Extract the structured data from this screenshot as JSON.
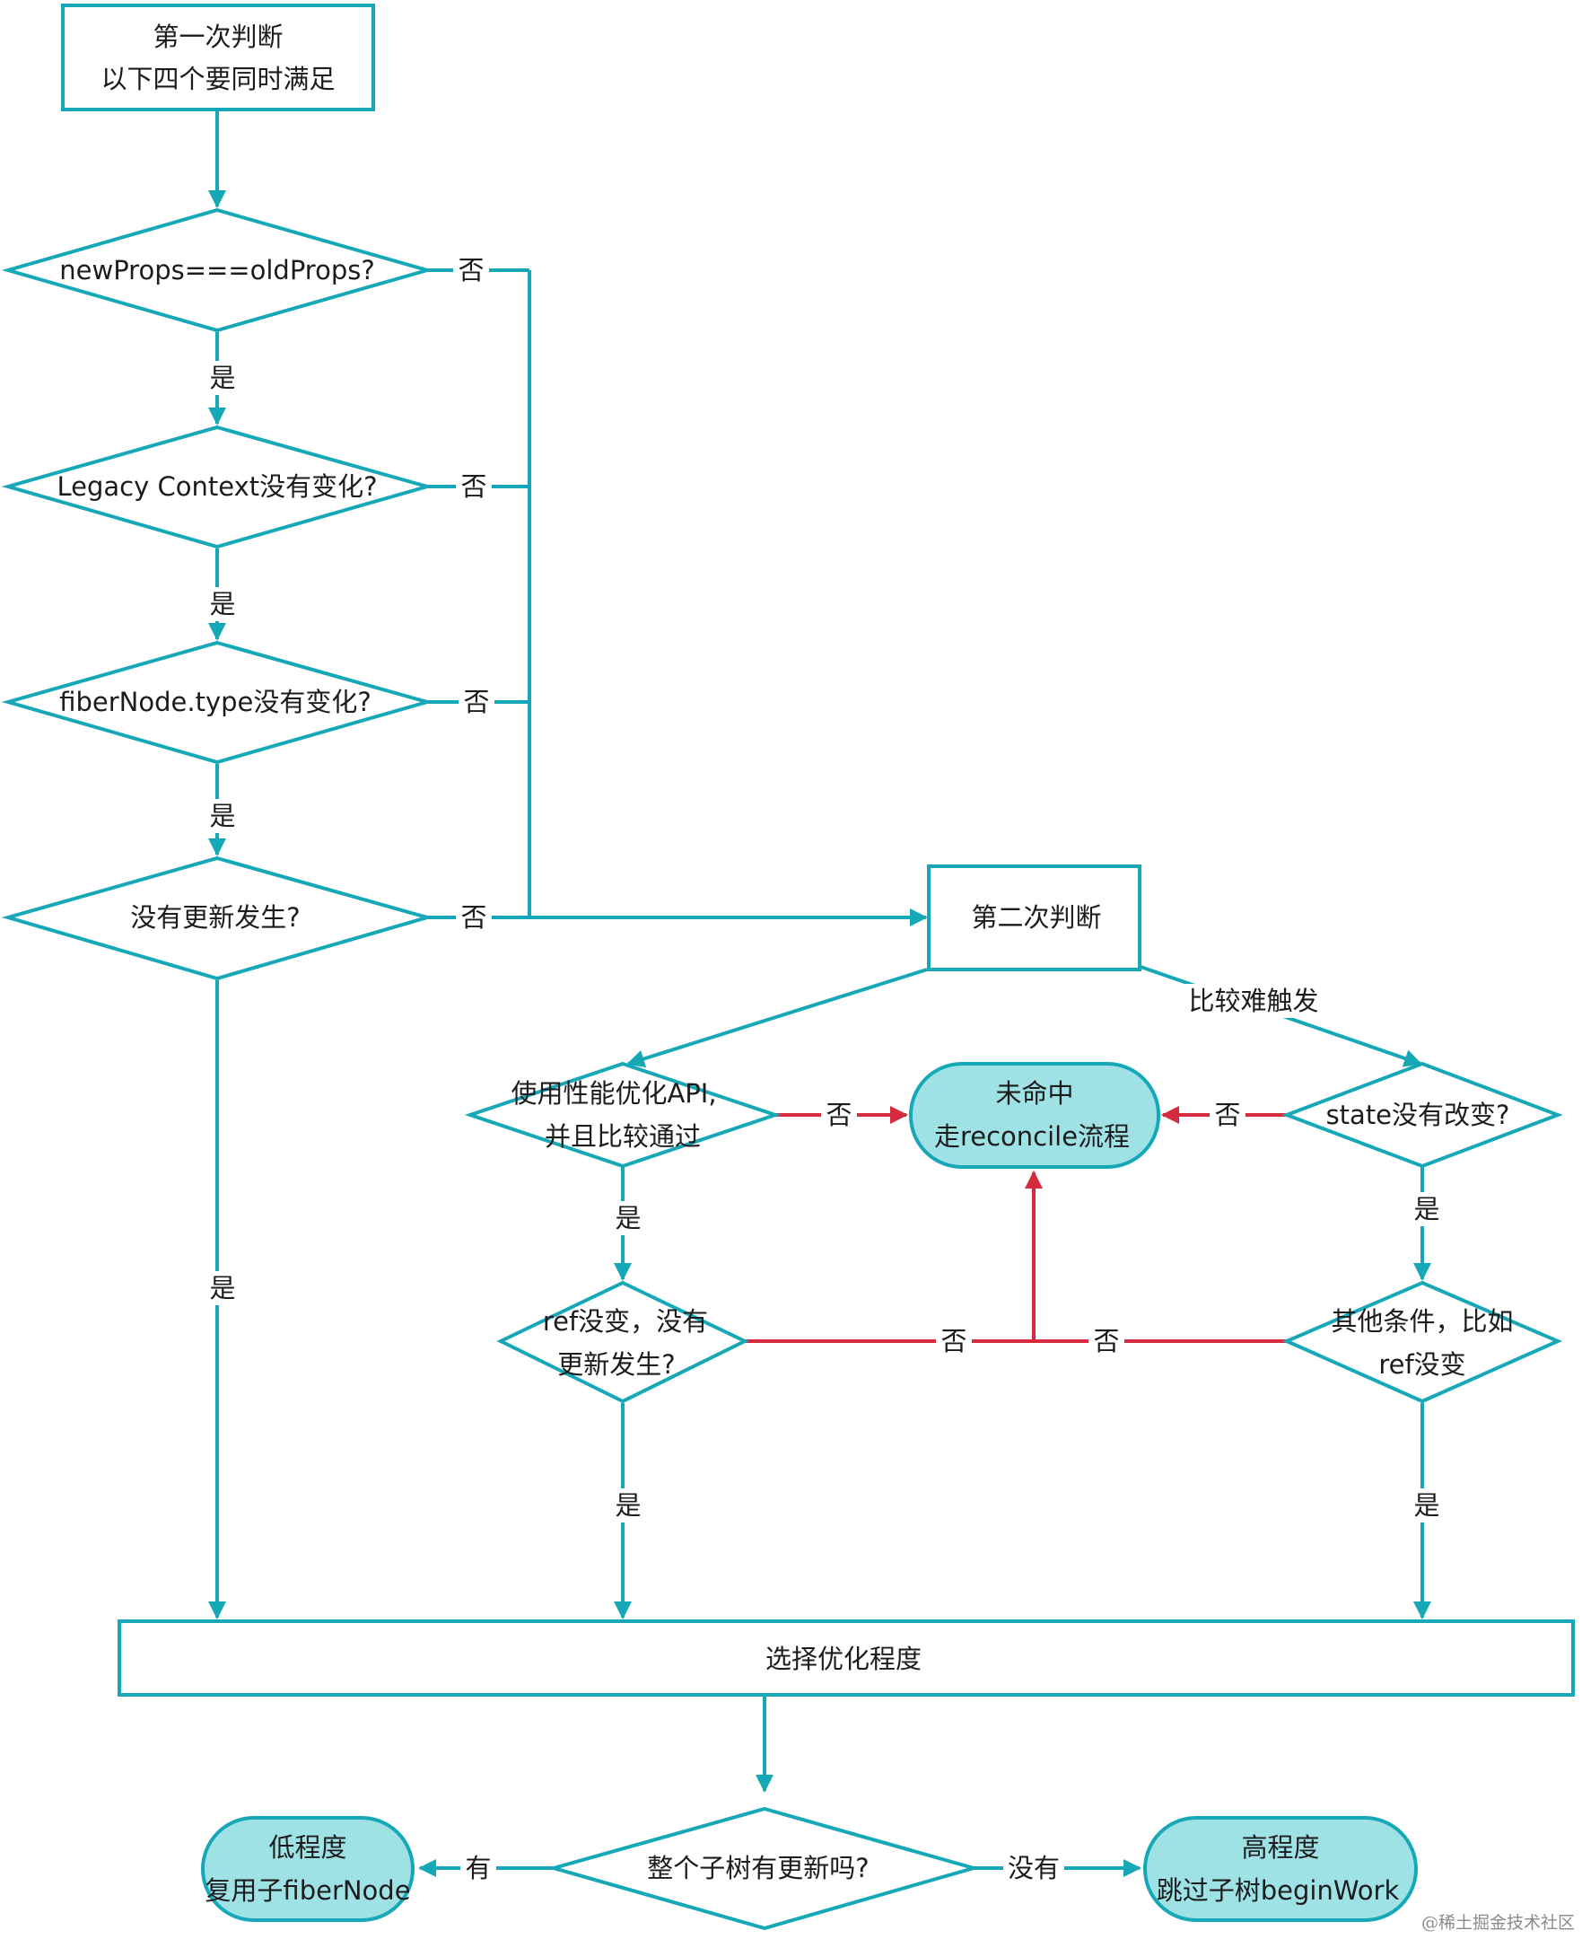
{
  "nodes": {
    "first_judgement": {
      "line1": "第一次判断",
      "line2": "以下四个要同时满足"
    },
    "d_props": {
      "text": "newProps===oldProps?"
    },
    "d_legacy": {
      "text": "Legacy Context没有变化?"
    },
    "d_type": {
      "text": "fiberNode.type没有变化?"
    },
    "d_noupdate": {
      "text": "没有更新发生?"
    },
    "second_judgement": {
      "text": "第二次判断"
    },
    "d_perf_api": {
      "line1": "使用性能优化API,",
      "line2": "并且比较通过"
    },
    "miss": {
      "line1": "未命中",
      "line2": "走reconcile流程"
    },
    "d_state": {
      "text": "state没有改变?"
    },
    "d_ref": {
      "line1": "ref没变，没有",
      "line2": "更新发生?"
    },
    "d_other": {
      "line1": "其他条件，比如",
      "line2": "ref没变"
    },
    "select_level": {
      "text": "选择优化程度"
    },
    "d_subtree": {
      "text": "整个子树有更新吗?"
    },
    "low": {
      "line1": "低程度",
      "line2": "复用子fiberNode"
    },
    "high": {
      "line1": "高程度",
      "line2": "跳过子树beginWork"
    }
  },
  "edge_labels": {
    "yes": "是",
    "no": "否",
    "has": "有",
    "none": "没有",
    "hard_trigger": "比较难触发"
  },
  "watermark": "@稀土掘金技术社区",
  "colors": {
    "accent": "#17a8b8",
    "fill_highlight": "#9ee2e6",
    "negative_edge": "#d62b3f",
    "text": "#1c1c1c"
  }
}
